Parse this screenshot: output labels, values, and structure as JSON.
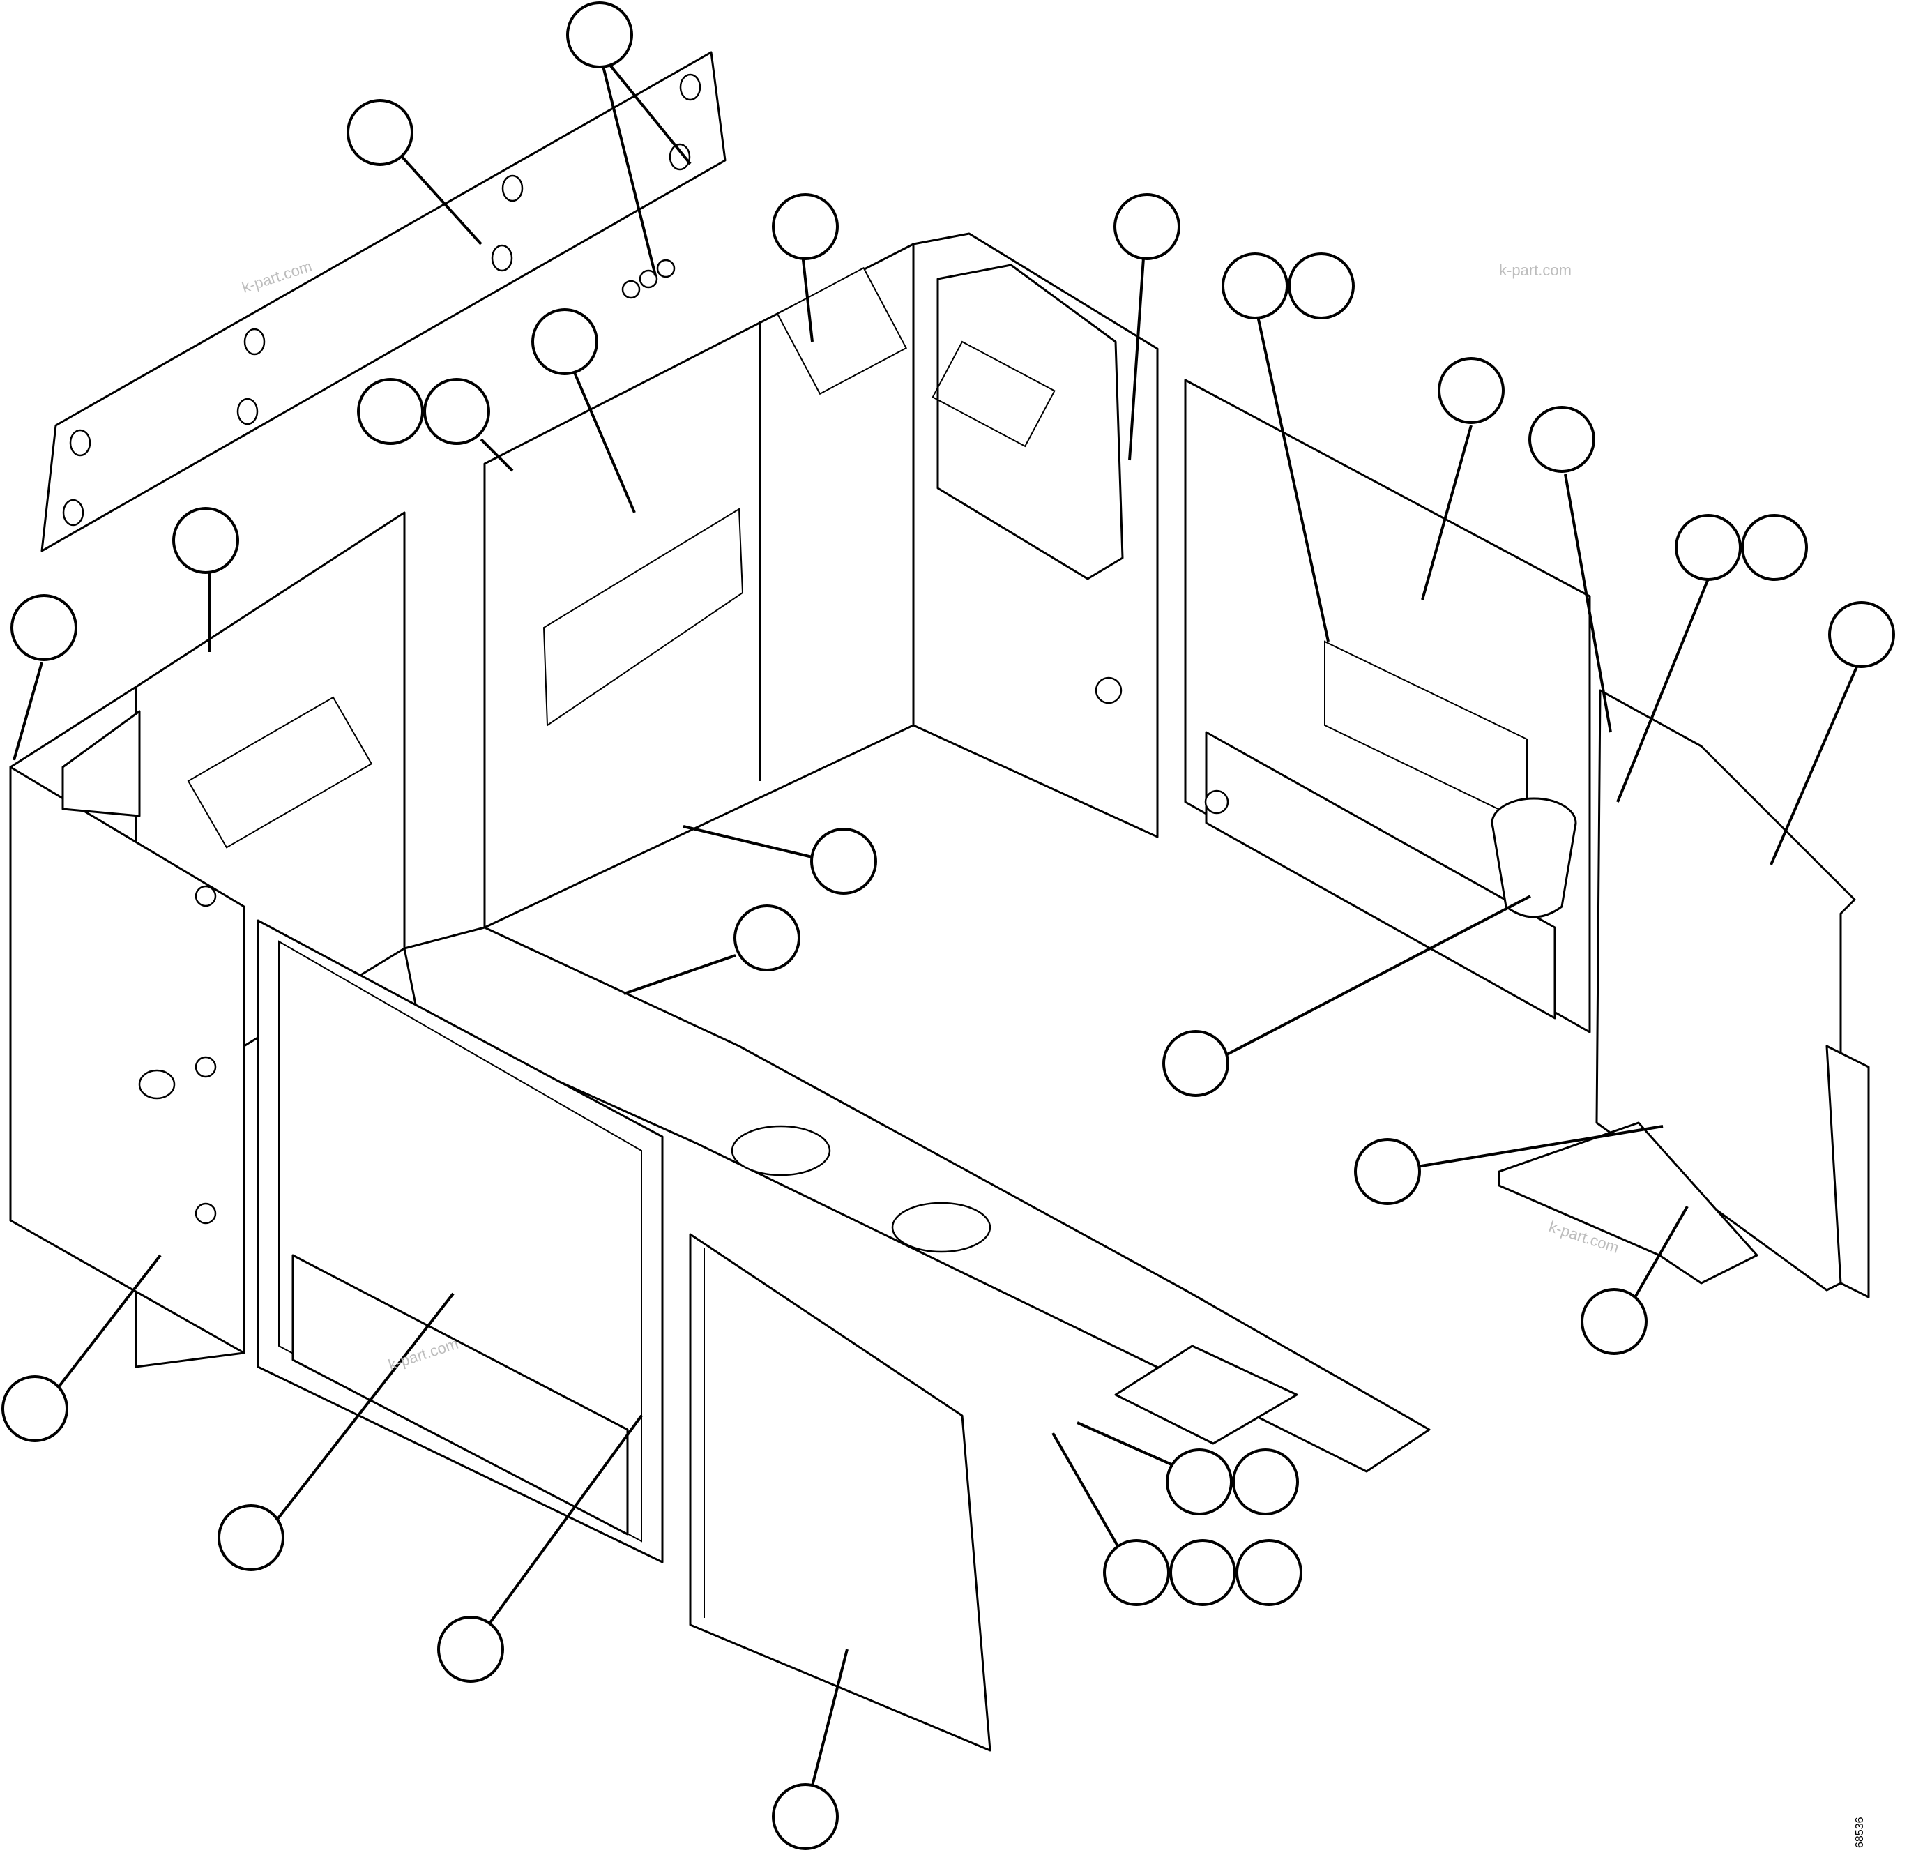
{
  "diagram": {
    "watermark": "k-part.com",
    "figure_code": "68536",
    "callouts": [
      {
        "id": "callout-1"
      },
      {
        "id": "callout-2"
      },
      {
        "id": "callout-3"
      },
      {
        "id": "callout-4"
      },
      {
        "id": "callout-5"
      },
      {
        "id": "callout-6"
      },
      {
        "id": "callout-7"
      },
      {
        "id": "callout-8"
      },
      {
        "id": "callout-9"
      },
      {
        "id": "callout-10"
      },
      {
        "id": "callout-11"
      },
      {
        "id": "callout-12"
      },
      {
        "id": "callout-13"
      },
      {
        "id": "callout-14"
      },
      {
        "id": "callout-15"
      },
      {
        "id": "callout-16"
      },
      {
        "id": "callout-17"
      },
      {
        "id": "callout-18"
      },
      {
        "id": "callout-19"
      },
      {
        "id": "callout-20"
      },
      {
        "id": "callout-21"
      },
      {
        "id": "callout-22"
      },
      {
        "id": "callout-23"
      },
      {
        "id": "callout-24"
      },
      {
        "id": "callout-25"
      },
      {
        "id": "callout-26"
      },
      {
        "id": "callout-27"
      },
      {
        "id": "callout-28"
      },
      {
        "id": "callout-29"
      },
      {
        "id": "callout-30"
      },
      {
        "id": "callout-31"
      }
    ]
  }
}
